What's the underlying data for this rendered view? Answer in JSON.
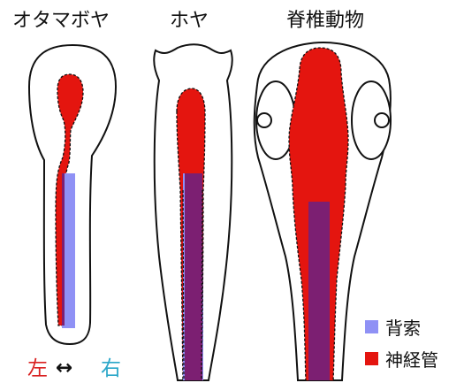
{
  "titles": {
    "tadpole": "オタマボヤ",
    "ascidian": "ホヤ",
    "vertebrate": "脊椎動物"
  },
  "legend": {
    "notochord": "背索",
    "neural_tube": "神経管"
  },
  "axis": {
    "left": "左",
    "arrow": "↔",
    "right": "右"
  },
  "colors": {
    "notochord": "#8f91f5",
    "neural_tube": "#e4150f",
    "overlap": "#7c1f72",
    "outline": "#111111",
    "left_label": "#d92121",
    "right_label": "#2ba7c9"
  }
}
